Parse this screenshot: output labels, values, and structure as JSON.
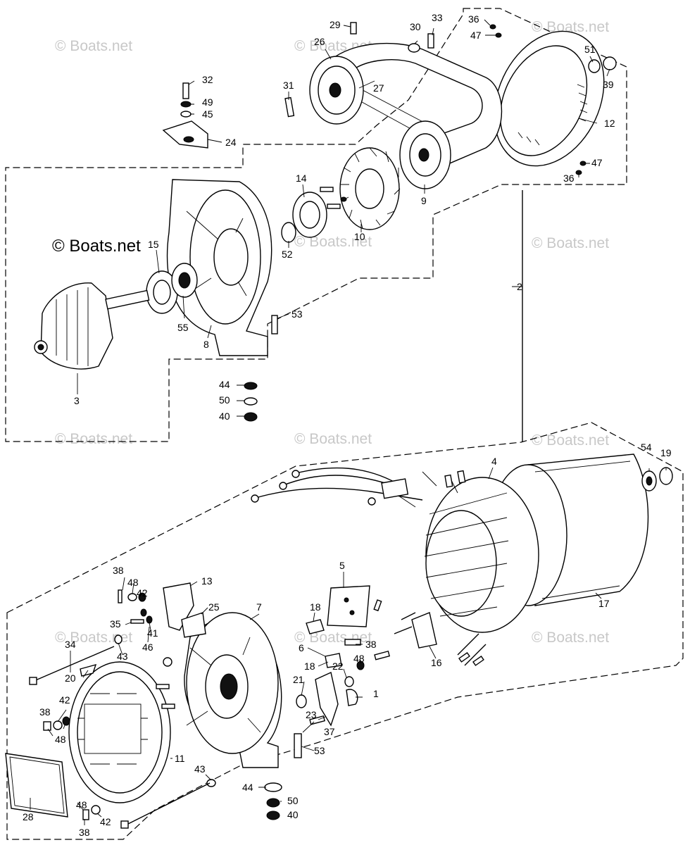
{
  "watermark": {
    "text": "© Boats.net",
    "prominent_text": "© Boats.net"
  },
  "callouts": [
    {
      "id": "29",
      "text": "29"
    },
    {
      "id": "30",
      "text": "30"
    },
    {
      "id": "33",
      "text": "33"
    },
    {
      "id": "36a",
      "text": "36"
    },
    {
      "id": "47a",
      "text": "47"
    },
    {
      "id": "26",
      "text": "26"
    },
    {
      "id": "51",
      "text": "51"
    },
    {
      "id": "39",
      "text": "39"
    },
    {
      "id": "31",
      "text": "31"
    },
    {
      "id": "27",
      "text": "27"
    },
    {
      "id": "32",
      "text": "32"
    },
    {
      "id": "49",
      "text": "49"
    },
    {
      "id": "45",
      "text": "45"
    },
    {
      "id": "12",
      "text": "12"
    },
    {
      "id": "24",
      "text": "24"
    },
    {
      "id": "47b",
      "text": "47"
    },
    {
      "id": "36b",
      "text": "36"
    },
    {
      "id": "14",
      "text": "14"
    },
    {
      "id": "9",
      "text": "9"
    },
    {
      "id": "10",
      "text": "10"
    },
    {
      "id": "52",
      "text": "52"
    },
    {
      "id": "15",
      "text": "15"
    },
    {
      "id": "2",
      "text": "2"
    },
    {
      "id": "53a",
      "text": "53"
    },
    {
      "id": "55",
      "text": "55"
    },
    {
      "id": "8",
      "text": "8"
    },
    {
      "id": "3",
      "text": "3"
    },
    {
      "id": "44a",
      "text": "44"
    },
    {
      "id": "50a",
      "text": "50"
    },
    {
      "id": "40a",
      "text": "40"
    },
    {
      "id": "54",
      "text": "54"
    },
    {
      "id": "19",
      "text": "19"
    },
    {
      "id": "4",
      "text": "4"
    },
    {
      "id": "5",
      "text": "5"
    },
    {
      "id": "38a",
      "text": "38"
    },
    {
      "id": "48a",
      "text": "48"
    },
    {
      "id": "42a",
      "text": "42"
    },
    {
      "id": "13",
      "text": "13"
    },
    {
      "id": "7",
      "text": "7"
    },
    {
      "id": "25",
      "text": "25"
    },
    {
      "id": "18a",
      "text": "18"
    },
    {
      "id": "35",
      "text": "35"
    },
    {
      "id": "41",
      "text": "41"
    },
    {
      "id": "46",
      "text": "46"
    },
    {
      "id": "17",
      "text": "17"
    },
    {
      "id": "34",
      "text": "34"
    },
    {
      "id": "43a",
      "text": "43"
    },
    {
      "id": "6",
      "text": "6"
    },
    {
      "id": "38b",
      "text": "38"
    },
    {
      "id": "48b",
      "text": "48"
    },
    {
      "id": "16",
      "text": "16"
    },
    {
      "id": "18b",
      "text": "18"
    },
    {
      "id": "22",
      "text": "22"
    },
    {
      "id": "20",
      "text": "20"
    },
    {
      "id": "21",
      "text": "21"
    },
    {
      "id": "1",
      "text": "1"
    },
    {
      "id": "38c",
      "text": "38"
    },
    {
      "id": "42b",
      "text": "42"
    },
    {
      "id": "48c",
      "text": "48"
    },
    {
      "id": "23",
      "text": "23"
    },
    {
      "id": "37",
      "text": "37"
    },
    {
      "id": "53b",
      "text": "53"
    },
    {
      "id": "11",
      "text": "11"
    },
    {
      "id": "43b",
      "text": "43"
    },
    {
      "id": "44b",
      "text": "44"
    },
    {
      "id": "50b",
      "text": "50"
    },
    {
      "id": "28",
      "text": "28"
    },
    {
      "id": "48d",
      "text": "48"
    },
    {
      "id": "42c",
      "text": "42"
    },
    {
      "id": "38d",
      "text": "38"
    },
    {
      "id": "40b",
      "text": "40"
    }
  ]
}
